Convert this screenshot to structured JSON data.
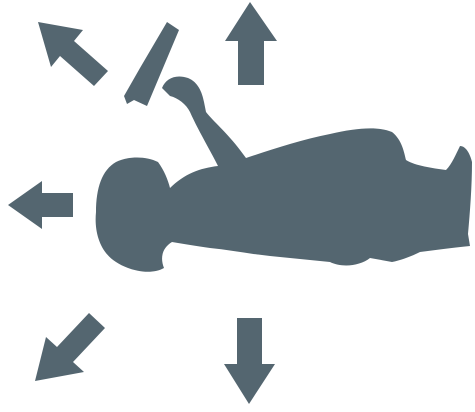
{
  "diagram": {
    "fill_color": "#546670",
    "background_color": "#ffffff",
    "icons": {
      "figure": "person-lying-with-phone-icon",
      "phone": "phone-icon",
      "arrows": [
        {
          "name": "arrow-up-left-icon",
          "direction": "up-left"
        },
        {
          "name": "arrow-up-icon",
          "direction": "up"
        },
        {
          "name": "arrow-left-icon",
          "direction": "left"
        },
        {
          "name": "arrow-down-left-icon",
          "direction": "down-left"
        },
        {
          "name": "arrow-down-icon",
          "direction": "down"
        }
      ]
    }
  }
}
